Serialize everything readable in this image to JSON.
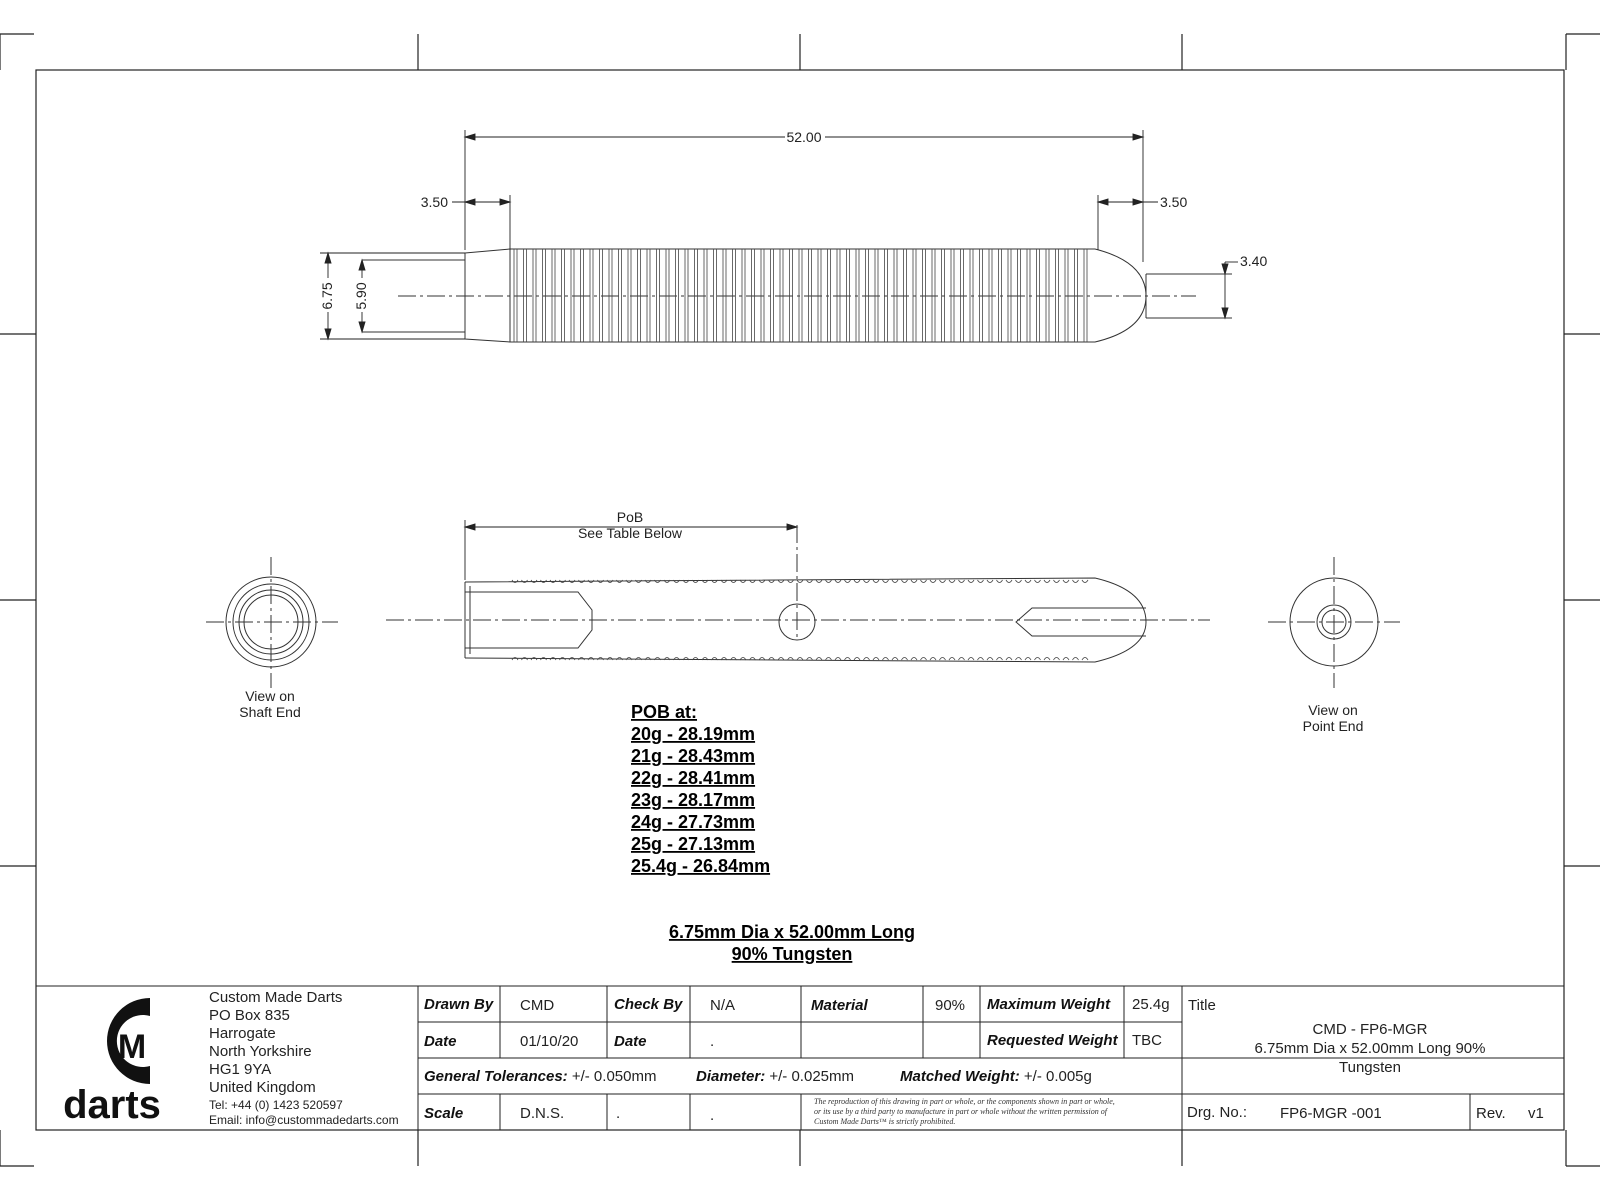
{
  "dimensions": {
    "overall_length": "52.00",
    "left_taper": "3.50",
    "right_taper": "3.50",
    "outer_diameter": "6.75",
    "bore_diameter": "5.90",
    "point_hole": "3.40"
  },
  "pob_dimension": {
    "line1": "PoB",
    "line2": "See Table Below"
  },
  "views": {
    "shaft_end_line1": "View on",
    "shaft_end_line2": "Shaft End",
    "point_end_line1": "View on",
    "point_end_line2": "Point End"
  },
  "pob_table": {
    "heading": "POB at:",
    "rows": [
      "20g - 28.19mm",
      "21g - 28.43mm",
      "22g - 28.41mm",
      "23g - 28.17mm",
      "24g - 27.73mm",
      "25g - 27.13mm",
      "25.4g - 26.84mm"
    ]
  },
  "spec": {
    "line1": "6.75mm Dia x 52.00mm Long",
    "line2": "90% Tungsten"
  },
  "company": {
    "logo_letter": "M",
    "logo_word": "darts",
    "lines": [
      "Custom Made Darts",
      "PO Box 835",
      "Harrogate",
      "North Yorkshire",
      "HG1 9YA",
      "United Kingdom"
    ],
    "tel": "Tel: +44 (0) 1423 520597",
    "email": "Email: info@custommadedarts.com"
  },
  "title_block": {
    "drawn_by_label": "Drawn By",
    "drawn_by": "CMD",
    "check_by_label": "Check By",
    "check_by": "N/A",
    "material_label": "Material",
    "material": "90%",
    "max_weight_label": "Maximum Weight",
    "max_weight": "25.4g",
    "date_label": "Date",
    "date": "01/10/20",
    "date2_label": "Date",
    "date2": ".",
    "req_weight_label": "Requested Weight",
    "req_weight": "TBC",
    "gen_tol_label": "General Tolerances:",
    "gen_tol": " +/- 0.050mm",
    "diameter_label": "Diameter:",
    "diameter": " +/- 0.025mm",
    "matched_label": "Matched Weight:",
    "matched": " +/- 0.005g",
    "scale_label": "Scale",
    "scale": "D.N.S.",
    "blank1": ".",
    "blank2": ".",
    "notice1": "The reproduction of this drawing in part or whole, or the components shown in part or whole,",
    "notice2": "or its use by a third party to manufacture in part or whole without the written permission of",
    "notice3": "Custom Made Darts™ is strictly prohibited.",
    "title_label": "Title",
    "title1": "CMD - FP6-MGR",
    "title2": "6.75mm Dia x 52.00mm Long 90%",
    "title3": "Tungsten",
    "drg_label": "Drg. No.:",
    "drg": "FP6-MGR -001",
    "rev_label": "Rev.",
    "rev": "v1"
  }
}
